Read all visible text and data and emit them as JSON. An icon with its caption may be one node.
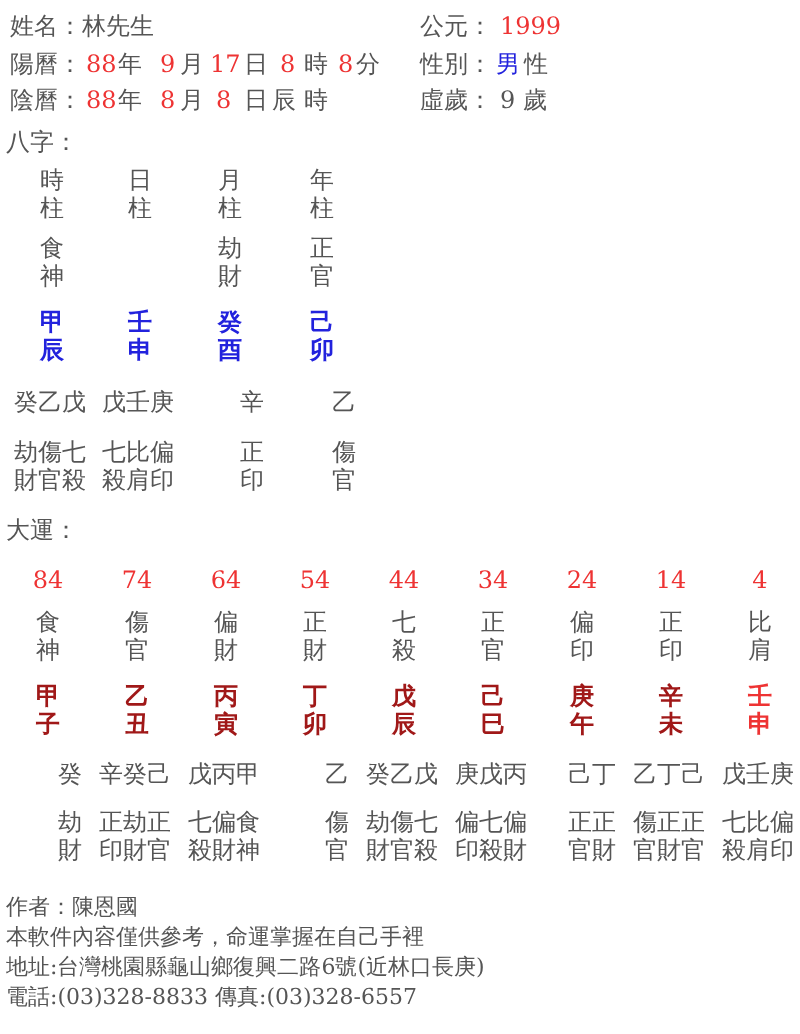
{
  "diagram": {
    "labels": [
      "姓名：林先生",
      "公元：",
      "1999",
      "陽曆：",
      "88",
      "年",
      "9",
      "月",
      "17",
      "日",
      "8",
      "時",
      "8",
      "分",
      "性別：",
      "男",
      "性",
      "陰曆：",
      "88",
      "年",
      "8",
      "月",
      "8",
      "日",
      "辰",
      "時",
      "虛歲：",
      "9 歲",
      "八字：",
      "時柱",
      "日柱",
      "月柱",
      "年柱",
      "食神",
      "劫財",
      "正官",
      "甲辰",
      "壬申",
      "癸酉",
      "己卯",
      "癸乙戊",
      "戊壬庚",
      "辛",
      "乙",
      "劫傷七財官殺",
      "七比偏殺肩印",
      "正印",
      "傷官",
      "大運：",
      "84",
      "74",
      "64",
      "54",
      "44",
      "34",
      "24",
      "14",
      "4",
      "食神",
      "傷官",
      "偏財",
      "正財",
      "七殺",
      "正官",
      "偏印",
      "正印",
      "比肩",
      "甲子",
      "乙丑",
      "丙寅",
      "丁卯",
      "戊辰",
      "己巳",
      "庚午",
      "辛未",
      "壬申",
      "癸",
      "辛癸己",
      "戊丙甲",
      "乙",
      "癸乙戊",
      "庚戊丙",
      "己丁",
      "乙丁己",
      "戊壬庚",
      "劫財",
      "正劫正印財官",
      "七偏食殺財神",
      "傷官",
      "劫傷七財官殺",
      "偏七偏印殺財",
      "正正官財",
      "傷正正官財官",
      "七比偏殺肩印",
      "作者：陳恩國",
      "本軟件內容僅供參考，命運掌握在自己手裡",
      "地址:台灣桃園縣龜山鄉復興二路6號(近林口長庚)",
      "電話:(03)328-8833 傳真:(03)328-6557"
    ]
  }
}
